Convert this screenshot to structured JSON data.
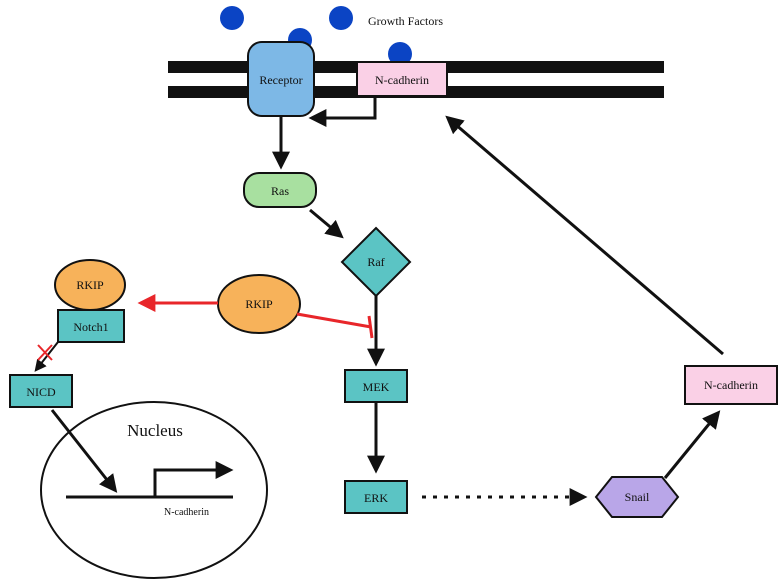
{
  "labels": {
    "growth_factors": "Growth Factors",
    "receptor": "Receptor",
    "n_cadherin_membrane": "N-cadherin",
    "ras": "Ras",
    "raf": "Raf",
    "rkip_center": "RKIP",
    "rkip_left": "RKIP",
    "notch1": "Notch1",
    "nicd": "NICD",
    "nucleus": "Nucleus",
    "n_cadherin_gene": "N-cadherin",
    "mek": "MEK",
    "erk": "ERK",
    "snail": "Snail",
    "n_cadherin_right": "N-cadherin"
  },
  "colors": {
    "growth_factor": "#0b44c4",
    "receptor": "#7db8e6",
    "n_cadherin": "#fad0e6",
    "ras": "#a8e0a0",
    "teal": "#5bc4c4",
    "rkip": "#f7b25a",
    "snail": "#b9a6e8",
    "inhibition": "#e8262a",
    "stroke": "#111111"
  }
}
